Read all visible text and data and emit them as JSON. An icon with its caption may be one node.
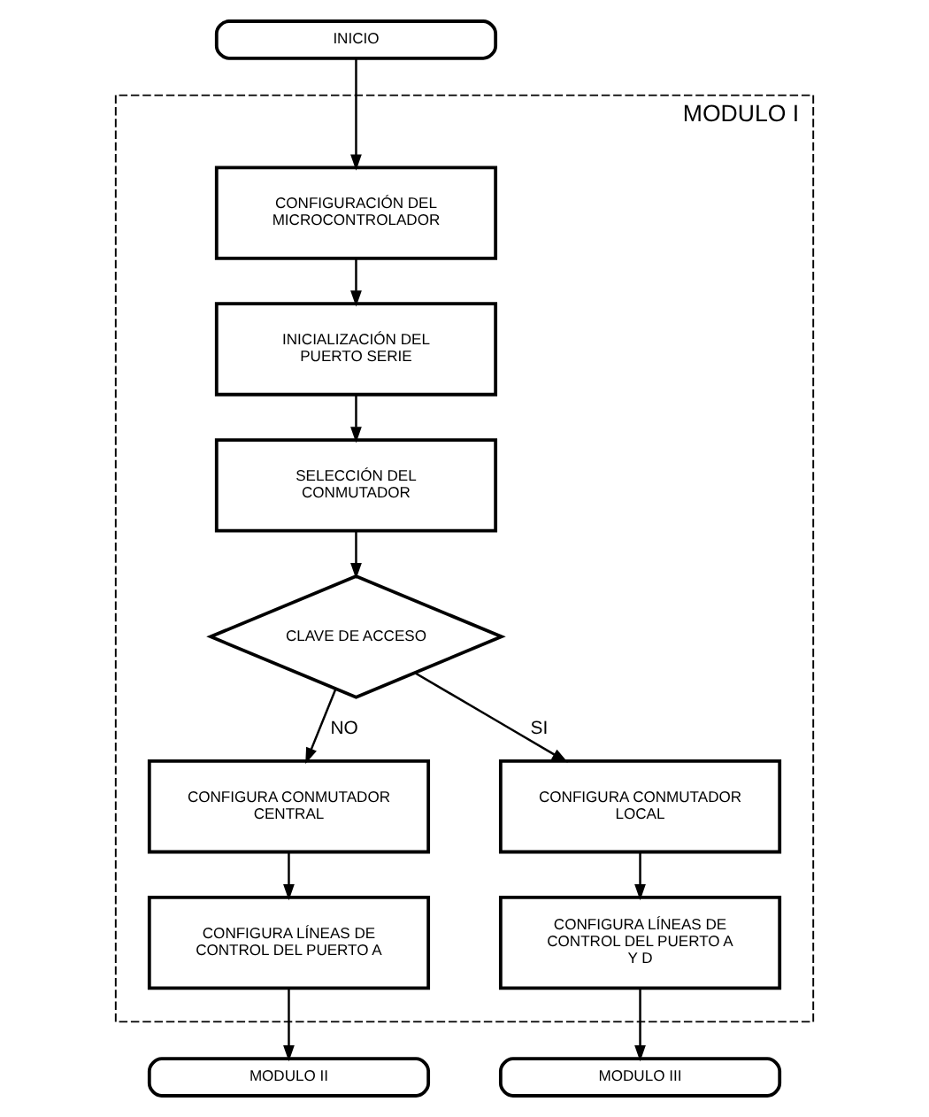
{
  "diagram": {
    "nodes": [
      {
        "text": [
          "INICIO"
        ]
      },
      {
        "text": [
          "MODULO I"
        ]
      },
      {
        "text": [
          "CONFIGURACIÓN DEL MICROCONTROLADOR"
        ],
        "in": 1
      },
      {
        "text": [
          "INICIALIZACIÓN DEL PUERTO SERIE"
        ],
        "in": 1
      },
      {
        "text": [
          "SELECCIÓN DEL CONMUTADOR"
        ],
        "in": 1
      },
      {
        "text": [
          "CLAVE DE ACCESO"
        ],
        "in": 1
      },
      {
        "text": [
          "CONFIGURA CONMUTADOR CENTRAL"
        ],
        "in": 1
      },
      {
        "text": [
          "CONFIGURA CONMUTADOR LOCAL"
        ],
        "in": 1
      },
      {
        "text": [
          "CONFIGURA LÍNEAS DE CONTROL DEL PUERTO A"
        ],
        "in": 1
      },
      {
        "text": [
          "CONFIGURA LÍNEAS DE CONTROL DEL PUERTO A Y D"
        ],
        "in": 1
      },
      {
        "text": [
          "MODULO II"
        ]
      },
      {
        "text": [
          "MODULO III"
        ]
      }
    ],
    "edges": [
      {
        "from": 0,
        "to": 2,
        "arrow": "to"
      },
      {
        "from": 2,
        "to": 3,
        "arrow": "to"
      },
      {
        "from": 3,
        "to": 4,
        "arrow": "to"
      },
      {
        "from": 4,
        "to": 5,
        "arrow": "to"
      },
      {
        "from": 5,
        "to": 6,
        "arrow": "to",
        "label": "NO"
      },
      {
        "from": 5,
        "to": 7,
        "arrow": "to",
        "label": "SI"
      },
      {
        "from": 6,
        "to": 8,
        "arrow": "to"
      },
      {
        "from": 7,
        "to": 9,
        "arrow": "to"
      },
      {
        "from": 8,
        "to": 10,
        "arrow": "to"
      },
      {
        "from": 9,
        "to": 11,
        "arrow": "to"
      }
    ]
  }
}
